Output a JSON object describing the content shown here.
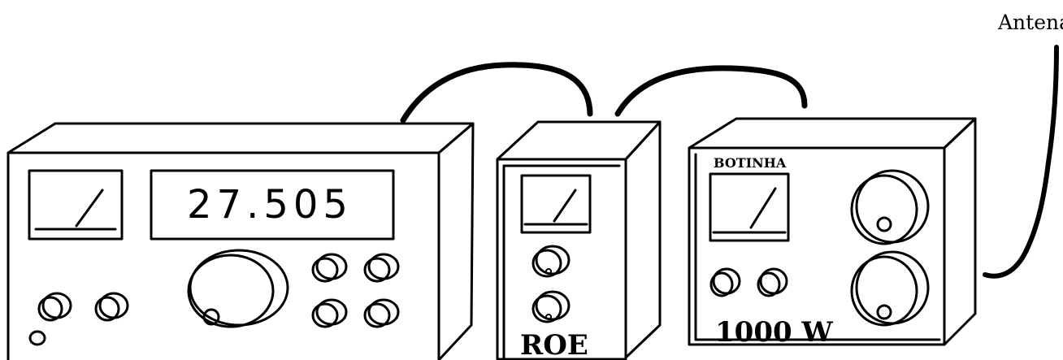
{
  "antenna": {
    "label": "Antena"
  },
  "radio": {
    "frequency_display": "27.505"
  },
  "swr_meter": {
    "label": "ROE"
  },
  "amplifier": {
    "brand": "BOTINHA",
    "power": "1000 W"
  }
}
